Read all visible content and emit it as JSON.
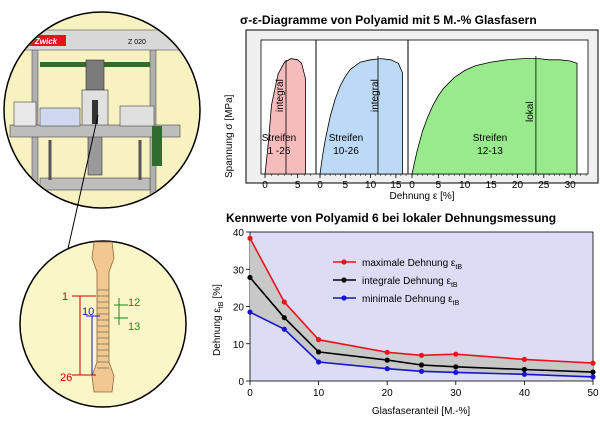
{
  "illustration": {
    "machine_brand": "Zwick",
    "machine_model": "Z 020",
    "specimen_labels": [
      "1",
      "10",
      "26",
      "12",
      "13"
    ]
  },
  "chart_data": [
    {
      "type": "area",
      "title": "σ-ε-Diagramme von Polyamid mit 5 M.-% Glasfasern",
      "ylabel": "Spannung σ   [MPa]",
      "xlabel": "Dehnung ε [%]",
      "panels": [
        {
          "name": "Streifen 1 -26",
          "mode": "integral",
          "xlim": [
            0,
            7.5
          ],
          "ticks": [
            0,
            5
          ],
          "color": "#f6bcbc",
          "x": [
            0,
            0.25,
            0.5,
            1,
            2,
            3,
            4,
            5,
            5.6,
            6.2,
            6.2
          ],
          "y": [
            0,
            12,
            26,
            58,
            84,
            94,
            97,
            96,
            93,
            80,
            0
          ]
        },
        {
          "name": "Streifen 10-26",
          "mode": "integral",
          "xlim": [
            0,
            17
          ],
          "ticks": [
            0,
            5,
            10,
            15
          ],
          "color": "#bcd9f6",
          "x": [
            0,
            0.5,
            1,
            2,
            3,
            4,
            5,
            6,
            8,
            10,
            12,
            14,
            15.5,
            16.3,
            16.3
          ],
          "y": [
            0,
            15,
            28,
            48,
            63,
            74,
            82,
            88,
            94,
            96,
            97,
            96,
            93,
            85,
            0
          ]
        },
        {
          "name": "Streifen 12-13",
          "mode": "lokal",
          "xlim": [
            0,
            33
          ],
          "ticks": [
            0,
            5,
            10,
            15,
            20,
            25,
            30
          ],
          "color": "#98ea8c",
          "x": [
            0,
            0.5,
            1,
            2,
            3,
            4,
            5,
            6,
            8,
            10,
            12,
            15,
            18,
            21,
            24,
            26,
            28,
            30,
            31.3,
            31.3
          ],
          "y": [
            0,
            10,
            20,
            36,
            48,
            58,
            66,
            72,
            81,
            87,
            91,
            94,
            96,
            97,
            97,
            96,
            96,
            95,
            93,
            0
          ]
        }
      ],
      "break_markers": [
        23.5
      ]
    },
    {
      "type": "line",
      "title": "Kennwerte von Polyamid 6 bei lokaler Dehnungsmessung",
      "xlabel": "Glasfaseranteil [M.-%]",
      "ylabel": "Dehnung ε",
      "ylabel_sub": "tB",
      "ylabel_unit": "[%]",
      "xlim": [
        0,
        50
      ],
      "ylim": [
        0,
        40
      ],
      "xticks": [
        0,
        10,
        20,
        30,
        40,
        50
      ],
      "yticks": [
        0,
        10,
        20,
        30,
        40
      ],
      "x": [
        0,
        5,
        10,
        20,
        25,
        30,
        40,
        50
      ],
      "series": [
        {
          "name": "maximale  Dehnung ε",
          "sub": "tB",
          "color": "#e8141c",
          "values": [
            38.3,
            21.2,
            11.1,
            7.7,
            6.9,
            7.2,
            5.8,
            4.8
          ]
        },
        {
          "name": "integrale  Dehnung ε",
          "sub": "tB",
          "color": "#000000",
          "values": [
            27.8,
            17.0,
            7.8,
            5.6,
            4.3,
            3.8,
            3.1,
            2.4
          ]
        },
        {
          "name": "minimale  Dehnung ε",
          "sub": "tB",
          "color": "#1414d2",
          "values": [
            18.5,
            13.9,
            5.1,
            3.3,
            2.6,
            2.3,
            1.8,
            1.1
          ]
        }
      ],
      "band_color": "#c8c8c8",
      "plot_background": "#dcdcf5"
    }
  ]
}
